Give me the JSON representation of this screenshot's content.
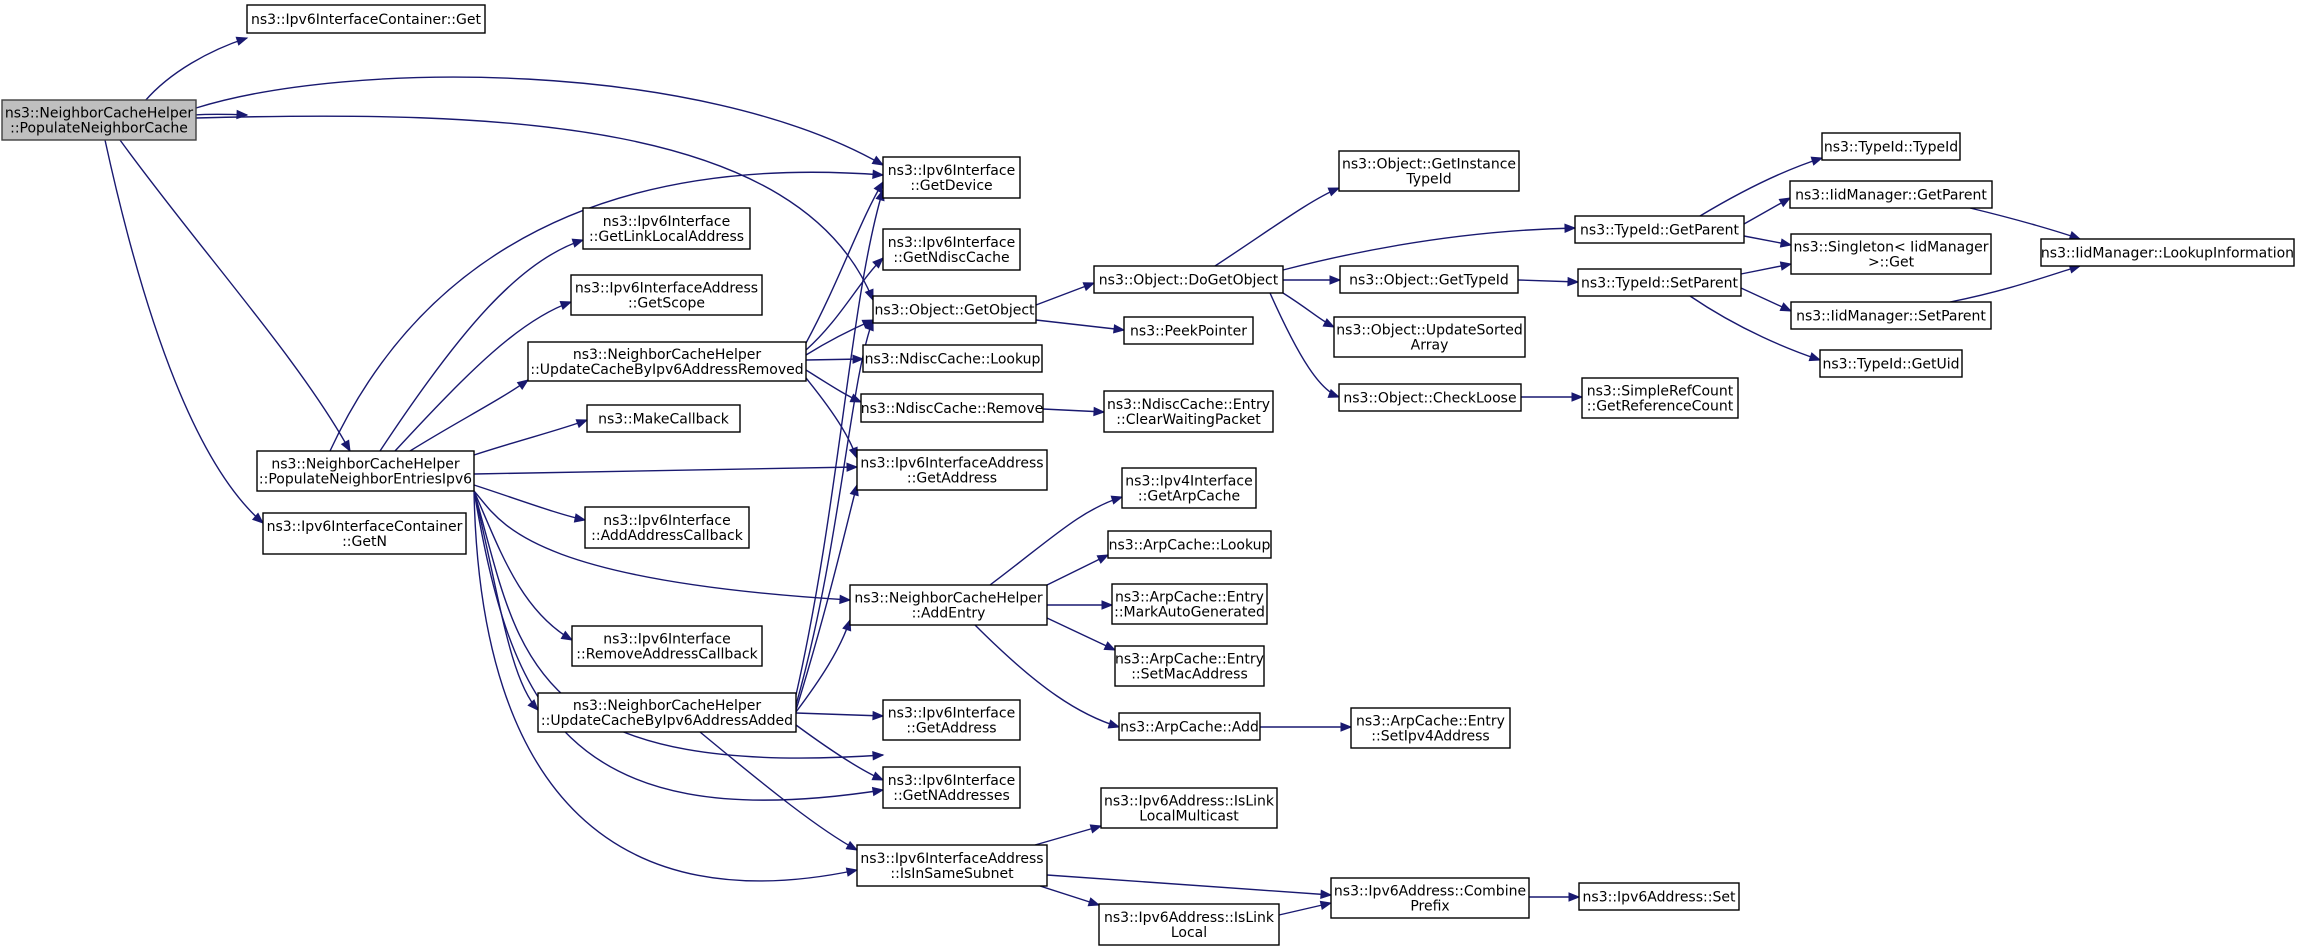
{
  "diagram": {
    "type": "call-graph",
    "colors": {
      "edge": "#191970",
      "root_fill": "#bfbfbf",
      "node_fill": "#ffffff",
      "node_border": "#000000"
    },
    "nodes": [
      {
        "id": "root",
        "lines": [
          "ns3::NeighborCacheHelper",
          "::PopulateNeighborCache"
        ]
      },
      {
        "id": "ipv6ic_get",
        "lines": [
          "ns3::Ipv6InterfaceContainer::Get"
        ]
      },
      {
        "id": "ipv6if_getdevice",
        "lines": [
          "ns3::Ipv6Interface",
          "::GetDevice"
        ]
      },
      {
        "id": "object_getobject",
        "lines": [
          "ns3::Object::GetObject"
        ]
      },
      {
        "id": "populate_ipv6",
        "lines": [
          "ns3::NeighborCacheHelper",
          "::PopulateNeighborEntriesIpv6"
        ]
      },
      {
        "id": "ipv6ic_getn",
        "lines": [
          "ns3::Ipv6InterfaceContainer",
          "::GetN"
        ]
      },
      {
        "id": "getlinklocal",
        "lines": [
          "ns3::Ipv6Interface",
          "::GetLinkLocalAddress"
        ]
      },
      {
        "id": "ipv6ifaddr_getscope",
        "lines": [
          "ns3::Ipv6InterfaceAddress",
          "::GetScope"
        ]
      },
      {
        "id": "update_removed",
        "lines": [
          "ns3::NeighborCacheHelper",
          "::UpdateCacheByIpv6AddressRemoved"
        ]
      },
      {
        "id": "makecallback",
        "lines": [
          "ns3::MakeCallback"
        ]
      },
      {
        "id": "addaddrcallback",
        "lines": [
          "ns3::Ipv6Interface",
          "::AddAddressCallback"
        ]
      },
      {
        "id": "removeaddrcallback",
        "lines": [
          "ns3::Ipv6Interface",
          "::RemoveAddressCallback"
        ]
      },
      {
        "id": "update_added",
        "lines": [
          "ns3::NeighborCacheHelper",
          "::UpdateCacheByIpv6AddressAdded"
        ]
      },
      {
        "id": "getndisccache",
        "lines": [
          "ns3::Ipv6Interface",
          "::GetNdiscCache"
        ]
      },
      {
        "id": "ndisc_lookup",
        "lines": [
          "ns3::NdiscCache::Lookup"
        ]
      },
      {
        "id": "ndisc_remove",
        "lines": [
          "ns3::NdiscCache::Remove"
        ]
      },
      {
        "id": "ipv6ifaddr_getaddress",
        "lines": [
          "ns3::Ipv6InterfaceAddress",
          "::GetAddress"
        ]
      },
      {
        "id": "addentry",
        "lines": [
          "ns3::NeighborCacheHelper",
          "::AddEntry"
        ]
      },
      {
        "id": "ipv6if_getaddress",
        "lines": [
          "ns3::Ipv6Interface",
          "::GetAddress"
        ]
      },
      {
        "id": "getnaddresses",
        "lines": [
          "ns3::Ipv6Interface",
          "::GetNAddresses"
        ]
      },
      {
        "id": "isinsamesubnet",
        "lines": [
          "ns3::Ipv6InterfaceAddress",
          "::IsInSameSubnet"
        ]
      },
      {
        "id": "dogetobject",
        "lines": [
          "ns3::Object::DoGetObject"
        ]
      },
      {
        "id": "peekpointer",
        "lines": [
          "ns3::PeekPointer"
        ]
      },
      {
        "id": "ndisc_clearwaiting",
        "lines": [
          "ns3::NdiscCache::Entry",
          "::ClearWaitingPacket"
        ]
      },
      {
        "id": "getarpcache",
        "lines": [
          "ns3::Ipv4Interface",
          "::GetArpCache"
        ]
      },
      {
        "id": "arp_lookup",
        "lines": [
          "ns3::ArpCache::Lookup"
        ]
      },
      {
        "id": "arp_markauto",
        "lines": [
          "ns3::ArpCache::Entry",
          "::MarkAutoGenerated"
        ]
      },
      {
        "id": "arp_setmac",
        "lines": [
          "ns3::ArpCache::Entry",
          "::SetMacAddress"
        ]
      },
      {
        "id": "arp_add",
        "lines": [
          "ns3::ArpCache::Add"
        ]
      },
      {
        "id": "islinklocalmulticast",
        "lines": [
          "ns3::Ipv6Address::IsLink",
          "LocalMulticast"
        ]
      },
      {
        "id": "islinklocal",
        "lines": [
          "ns3::Ipv6Address::IsLink",
          "Local"
        ]
      },
      {
        "id": "getinstancetypeid",
        "lines": [
          "ns3::Object::GetInstance",
          "TypeId"
        ]
      },
      {
        "id": "object_gettypeid",
        "lines": [
          "ns3::Object::GetTypeId"
        ]
      },
      {
        "id": "updatesortedarray",
        "lines": [
          "ns3::Object::UpdateSorted",
          "Array"
        ]
      },
      {
        "id": "checkloose",
        "lines": [
          "ns3::Object::CheckLoose"
        ]
      },
      {
        "id": "arp_setipv4",
        "lines": [
          "ns3::ArpCache::Entry",
          "::SetIpv4Address"
        ]
      },
      {
        "id": "combineprefix",
        "lines": [
          "ns3::Ipv6Address::Combine",
          "Prefix"
        ]
      },
      {
        "id": "typeid_getparent",
        "lines": [
          "ns3::TypeId::GetParent"
        ]
      },
      {
        "id": "typeid_setparent",
        "lines": [
          "ns3::TypeId::SetParent"
        ]
      },
      {
        "id": "getreferencecount",
        "lines": [
          "ns3::SimpleRefCount",
          "::GetReferenceCount"
        ]
      },
      {
        "id": "ipv6addr_set",
        "lines": [
          "ns3::Ipv6Address::Set"
        ]
      },
      {
        "id": "typeid_typeid",
        "lines": [
          "ns3::TypeId::TypeId"
        ]
      },
      {
        "id": "iid_getparent",
        "lines": [
          "ns3::IidManager::GetParent"
        ]
      },
      {
        "id": "singleton_get",
        "lines": [
          "ns3::Singleton< IidManager",
          " >::Get"
        ]
      },
      {
        "id": "iid_setparent",
        "lines": [
          "ns3::IidManager::SetParent"
        ]
      },
      {
        "id": "typeid_getuid",
        "lines": [
          "ns3::TypeId::GetUid"
        ]
      },
      {
        "id": "iid_lookupinfo",
        "lines": [
          "ns3::IidManager::LookupInformation"
        ]
      }
    ]
  }
}
